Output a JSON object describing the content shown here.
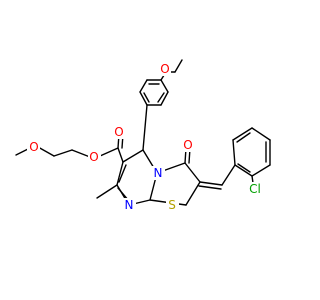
{
  "structure": {
    "atom_labels": {
      "o_methoxy_aryl": "O",
      "o_ester_carbonyl": "O",
      "o_ester_link": "O",
      "o_methoxyethyl": "O",
      "o_ring_carbonyl": "O",
      "n_ring_junction": "N",
      "n_pyrimidine": "N",
      "s_thiazole": "S",
      "cl_substituent": "Cl"
    },
    "colors": {
      "bond": "#000000",
      "oxygen": "#ff0000",
      "nitrogen": "#0000ff",
      "sulfur": "#b3a000",
      "chlorine": "#00a000"
    }
  }
}
